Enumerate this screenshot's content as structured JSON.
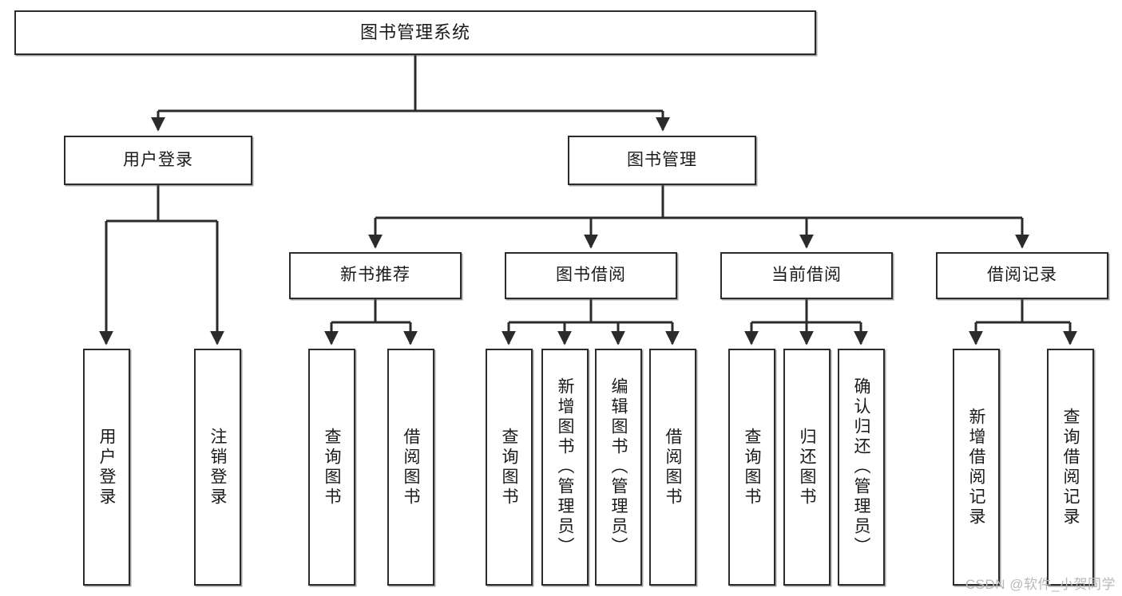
{
  "diagram": {
    "type": "tree-hierarchy",
    "title": "图书管理系统",
    "watermark": "CSDN @软件_小贺同学",
    "colors": {
      "box_border": "#2b2b2b",
      "box_fill": "#ffffff",
      "connector": "#2b2b2b",
      "watermark": "#b9b9b9",
      "background": "#ffffff"
    },
    "nodes": {
      "root": {
        "label": "图书管理系统"
      },
      "level2": [
        {
          "id": "user-login",
          "label": "用户登录"
        },
        {
          "id": "book-management",
          "label": "图书管理"
        }
      ],
      "level3": [
        {
          "id": "new-book-recommend",
          "label": "新书推荐"
        },
        {
          "id": "book-borrow",
          "label": "图书借阅"
        },
        {
          "id": "current-borrow",
          "label": "当前借阅"
        },
        {
          "id": "borrow-record",
          "label": "借阅记录"
        }
      ],
      "leaves": {
        "user-login": [
          {
            "id": "leaf-user-login",
            "label": "用户登录"
          },
          {
            "id": "leaf-logout-login",
            "label": "注销登录"
          }
        ],
        "new-book-recommend": [
          {
            "id": "leaf-query-book-1",
            "label": "查询图书"
          },
          {
            "id": "leaf-borrow-book-1",
            "label": "借阅图书"
          }
        ],
        "book-borrow": [
          {
            "id": "leaf-query-book-2",
            "label": "查询图书"
          },
          {
            "id": "leaf-add-book",
            "label": "新增图书（管理员）"
          },
          {
            "id": "leaf-edit-book",
            "label": "编辑图书（管理员）"
          },
          {
            "id": "leaf-borrow-book-2",
            "label": "借阅图书"
          }
        ],
        "current-borrow": [
          {
            "id": "leaf-query-book-3",
            "label": "查询图书"
          },
          {
            "id": "leaf-return-book",
            "label": "归还图书"
          },
          {
            "id": "leaf-confirm-return",
            "label": "确认归还（管理员）"
          }
        ],
        "borrow-record": [
          {
            "id": "leaf-add-record",
            "label": "新增借阅记录"
          },
          {
            "id": "leaf-query-record",
            "label": "查询借阅记录"
          }
        ]
      }
    },
    "edges": [
      {
        "from": "图书管理系统",
        "to": "用户登录"
      },
      {
        "from": "图书管理系统",
        "to": "图书管理"
      },
      {
        "from": "用户登录",
        "to": "用户登录"
      },
      {
        "from": "用户登录",
        "to": "注销登录"
      },
      {
        "from": "图书管理",
        "to": "新书推荐"
      },
      {
        "from": "图书管理",
        "to": "图书借阅"
      },
      {
        "from": "图书管理",
        "to": "当前借阅"
      },
      {
        "from": "图书管理",
        "to": "借阅记录"
      },
      {
        "from": "新书推荐",
        "to": "查询图书"
      },
      {
        "from": "新书推荐",
        "to": "借阅图书"
      },
      {
        "from": "图书借阅",
        "to": "查询图书"
      },
      {
        "from": "图书借阅",
        "to": "新增图书（管理员）"
      },
      {
        "from": "图书借阅",
        "to": "编辑图书（管理员）"
      },
      {
        "from": "图书借阅",
        "to": "借阅图书"
      },
      {
        "from": "当前借阅",
        "to": "查询图书"
      },
      {
        "from": "当前借阅",
        "to": "归还图书"
      },
      {
        "from": "当前借阅",
        "to": "确认归还（管理员）"
      },
      {
        "from": "借阅记录",
        "to": "新增借阅记录"
      },
      {
        "from": "借阅记录",
        "to": "查询借阅记录"
      }
    ]
  }
}
